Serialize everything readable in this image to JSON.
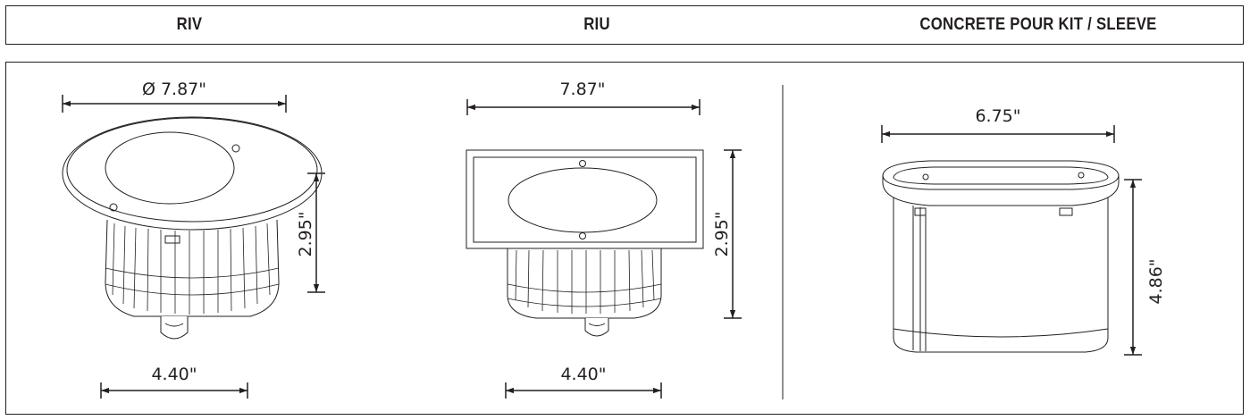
{
  "headers": {
    "riv": "RIV",
    "riu": "RIU",
    "sleeve": "CONCRETE POUR KIT / SLEEVE"
  },
  "riv": {
    "diameter": "Ø 7.87\"",
    "height": "2.95\"",
    "bottom_width": "4.40\""
  },
  "riu": {
    "width": "7.87\"",
    "height": "2.95\"",
    "bottom_width": "4.40\""
  },
  "sleeve": {
    "width": "6.75\"",
    "height": "4.86\""
  }
}
